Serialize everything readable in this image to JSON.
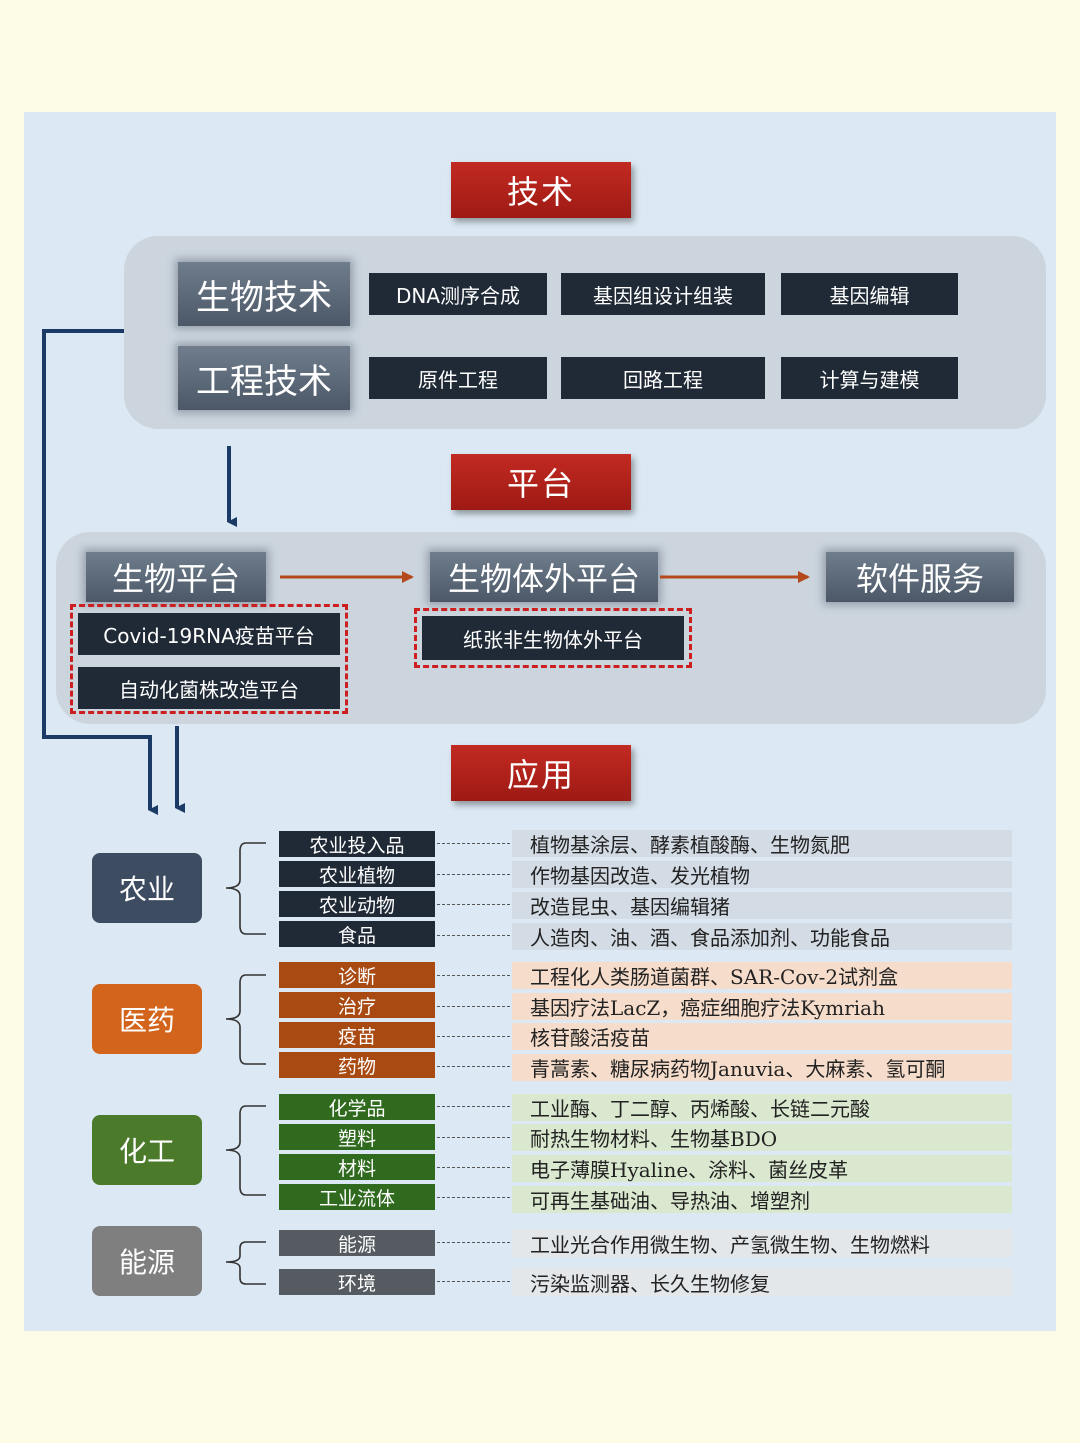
{
  "sections": {
    "tech": "技术",
    "platform": "平台",
    "application": "应用"
  },
  "tech": {
    "rows": [
      {
        "label": "生物技术",
        "items": [
          "DNA测序合成",
          "基因组设计组装",
          "基因编辑"
        ]
      },
      {
        "label": "工程技术",
        "items": [
          "原件工程",
          "回路工程",
          "计算与建模"
        ]
      }
    ]
  },
  "platform": {
    "bio_platform": "生物平台",
    "bio_platform_items": [
      "Covid-19RNA疫苗平台",
      "自动化菌株改造平台"
    ],
    "invitro_platform": "生物体外平台",
    "invitro_items": [
      "纸张非生物体外平台"
    ],
    "software": "软件服务"
  },
  "applications": [
    {
      "category": "农业",
      "color": "#3d4c60",
      "sub_color": "#1f2a36",
      "row_bg": "#d3dbe4",
      "items": [
        {
          "name": "农业投入品",
          "desc": "植物基涂层、酵素植酸酶、生物氮肥"
        },
        {
          "name": "农业植物",
          "desc": "作物基因改造、发光植物"
        },
        {
          "name": "农业动物",
          "desc": "改造昆虫、基因编辑猪"
        },
        {
          "name": "食品",
          "desc": "人造肉、油、酒、食品添加剂、功能食品"
        }
      ]
    },
    {
      "category": "医药",
      "color": "#d3641b",
      "sub_color": "#a84a12",
      "row_bg": "#f6dccb",
      "items": [
        {
          "name": "诊断",
          "desc": "工程化人类肠道菌群、SAR-Cov-2试剂盒"
        },
        {
          "name": "治疗",
          "desc": "基因疗法LacZ，癌症细胞疗法Kymriah"
        },
        {
          "name": "疫苗",
          "desc": "核苷酸活疫苗"
        },
        {
          "name": "药物",
          "desc": "青蒿素、糖尿病药物Januvia、大麻素、氢可酮"
        }
      ]
    },
    {
      "category": "化工",
      "color": "#4a7a2a",
      "sub_color": "#2f6a1e",
      "row_bg": "#d9e8cf",
      "items": [
        {
          "name": "化学品",
          "desc": "工业酶、丁二醇、丙烯酸、长链二元酸"
        },
        {
          "name": "塑料",
          "desc": "耐热生物材料、生物基BDO"
        },
        {
          "name": "材料",
          "desc": "电子薄膜Hyaline、涂料、菌丝皮革"
        },
        {
          "name": "工业流体",
          "desc": "可再生基础油、导热油、增塑剂"
        }
      ]
    },
    {
      "category": "能源",
      "color": "#7f7f7f",
      "sub_color": "#555b60",
      "row_bg": "#e3e7ea",
      "items": [
        {
          "name": "能源",
          "desc": "工业光合作用微生物、产氢微生物、生物燃料"
        },
        {
          "name": "环境",
          "desc": "污染监测器、长久生物修复"
        }
      ]
    }
  ]
}
